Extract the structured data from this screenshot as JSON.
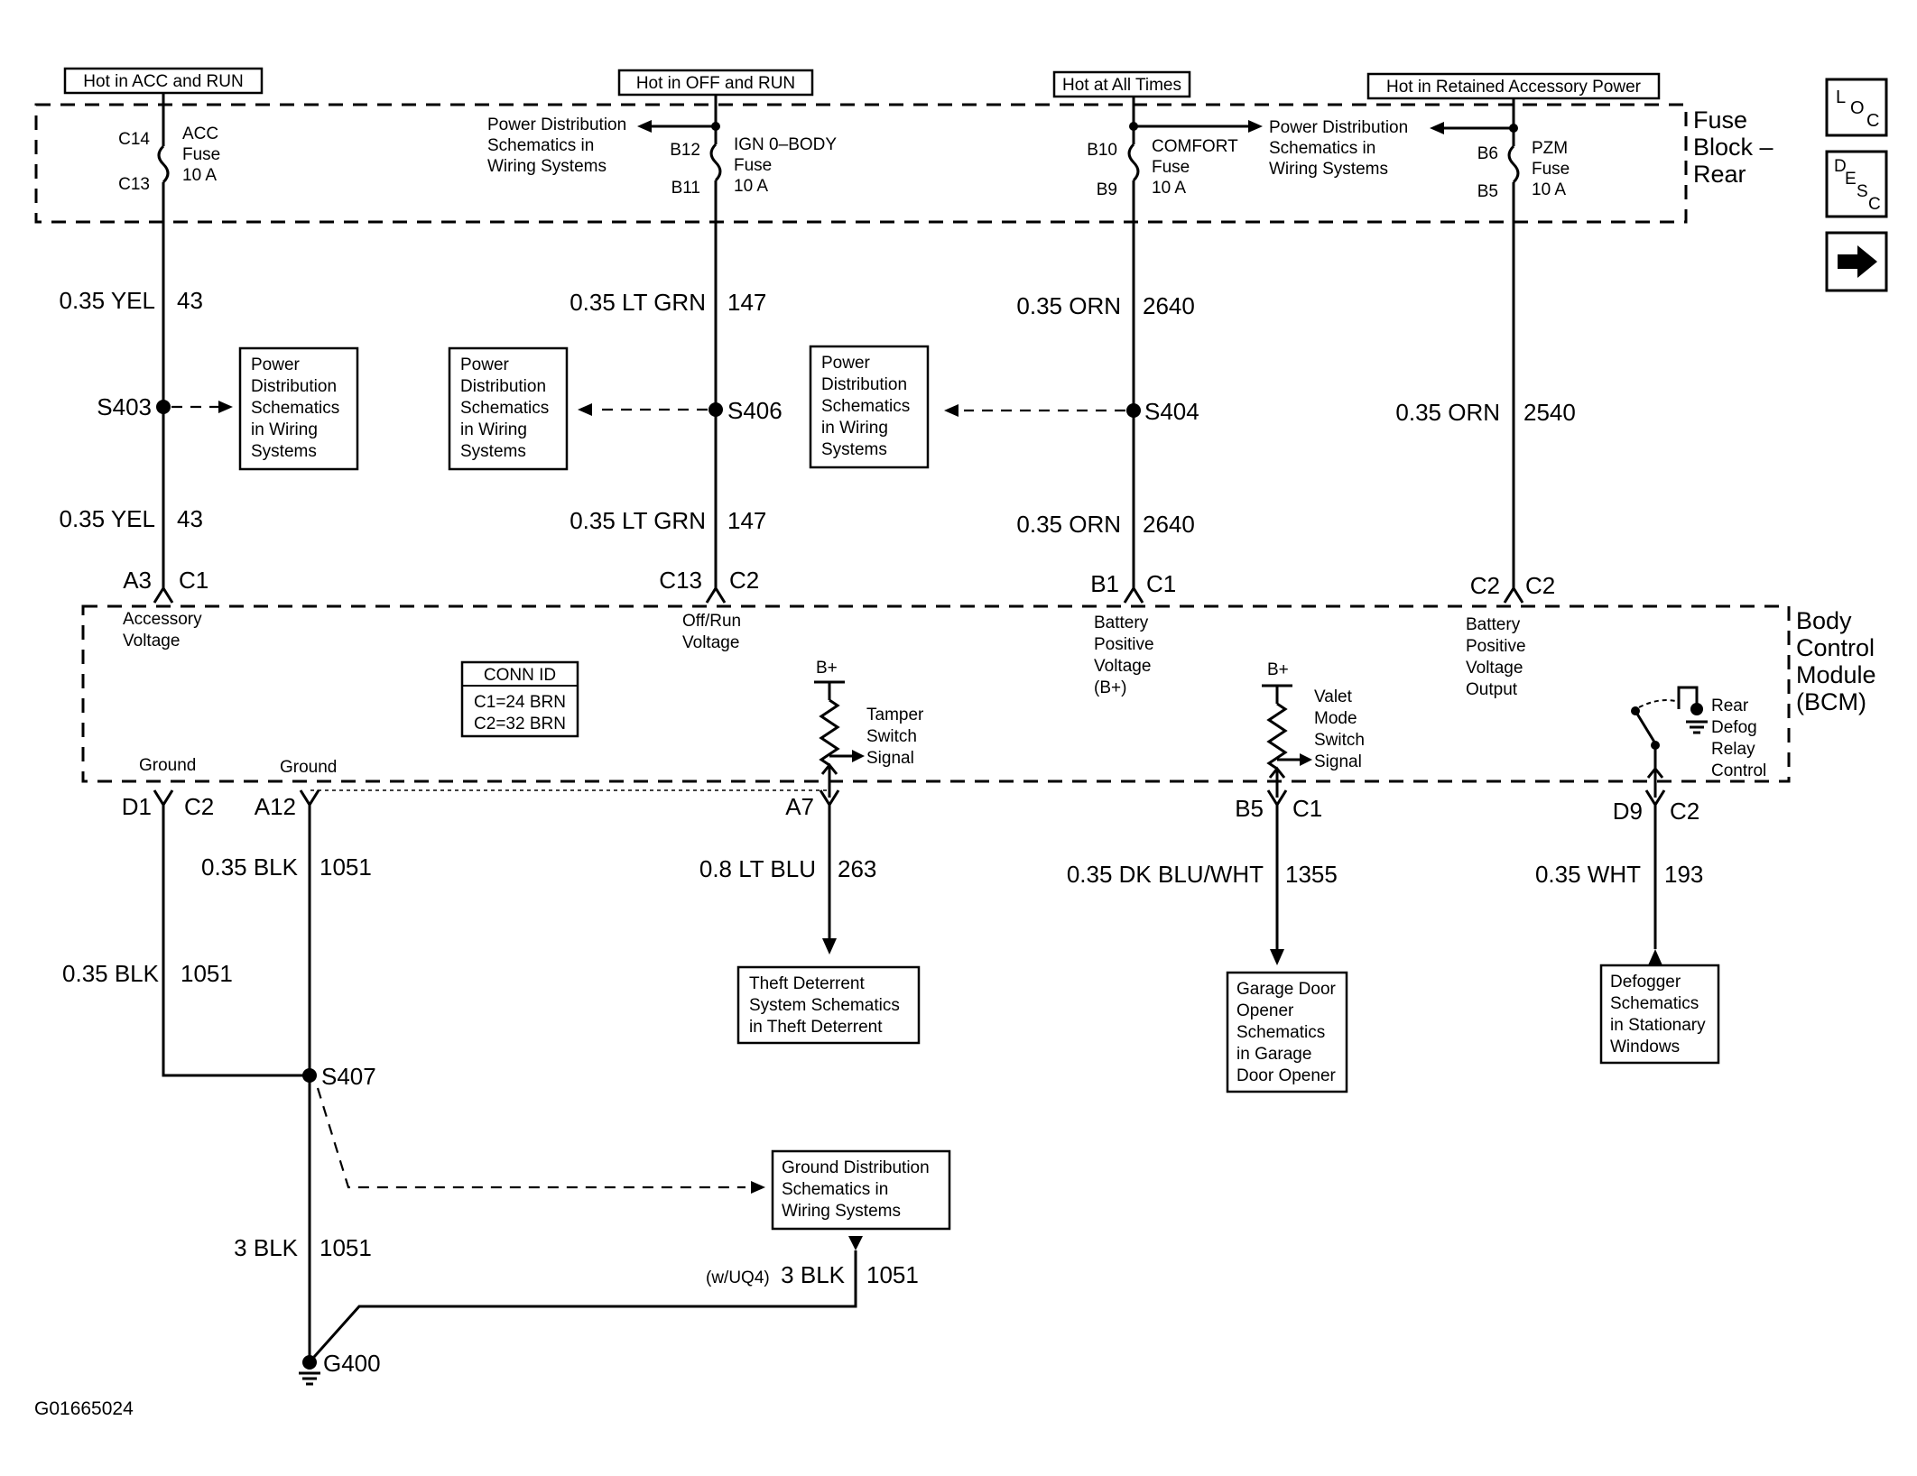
{
  "headers": {
    "acc_run": "Hot in ACC and RUN",
    "off_run": "Hot in OFF and RUN",
    "all_times": "Hot at All Times",
    "retained": "Hot in Retained Accessory Power"
  },
  "fuse_block": {
    "l1": "Fuse",
    "l2": "Block –",
    "l3": "Rear"
  },
  "bcm": {
    "l1": "Body",
    "l2": "Control",
    "l3": "Module",
    "l4": "(BCM)"
  },
  "fuses": {
    "acc": {
      "top": "C14",
      "bot": "C13",
      "l1": "ACC",
      "l2": "Fuse",
      "l3": "10 A"
    },
    "ign": {
      "top": "B12",
      "bot": "B11",
      "l1": "IGN 0–BODY",
      "l2": "Fuse",
      "l3": "10 A"
    },
    "comfort": {
      "top": "B10",
      "bot": "B9",
      "l1": "COMFORT",
      "l2": "Fuse",
      "l3": "10 A"
    },
    "pzm": {
      "top": "B6",
      "bot": "B5",
      "l1": "PZM",
      "l2": "Fuse",
      "l3": "10 A"
    }
  },
  "pd_ref": {
    "l1": "Power Distribution",
    "l2": "Schematics in",
    "l3": "Wiring Systems"
  },
  "pd_box": {
    "l1": "Power",
    "l2": "Distribution",
    "l3": "Schematics",
    "l4": "in Wiring",
    "l5": "Systems"
  },
  "wires": {
    "yel_a": {
      "color": "0.35 YEL",
      "circuit": "43"
    },
    "yel_b": {
      "color": "0.35 YEL",
      "circuit": "43"
    },
    "grn_a": {
      "color": "0.35 LT GRN",
      "circuit": "147"
    },
    "grn_b": {
      "color": "0.35 LT GRN",
      "circuit": "147"
    },
    "orn_a": {
      "color": "0.35 ORN",
      "circuit": "2640"
    },
    "orn_b": {
      "color": "0.35 ORN",
      "circuit": "2640"
    },
    "orn_c": {
      "color": "0.35 ORN",
      "circuit": "2540"
    },
    "blk_a": {
      "color": "0.35 BLK",
      "circuit": "1051"
    },
    "blk_b": {
      "color": "0.35 BLK",
      "circuit": "1051"
    },
    "blk_c": {
      "color": "3 BLK",
      "circuit": "1051"
    },
    "blk_d": {
      "option": "(w/UQ4)",
      "color": "3 BLK",
      "circuit": "1051"
    },
    "ltblu": {
      "color": "0.8 LT BLU",
      "circuit": "263"
    },
    "dkblu": {
      "color": "0.35 DK BLU/WHT",
      "circuit": "1355"
    },
    "wht": {
      "color": "0.35 WHT",
      "circuit": "193"
    }
  },
  "splices": {
    "s403": "S403",
    "s406": "S406",
    "s404": "S404",
    "s407": "S407",
    "g400": "G400"
  },
  "pins": {
    "a3": "A3",
    "a3c": "C1",
    "c13": "C13",
    "c13c": "C2",
    "b1": "B1",
    "b1c": "C1",
    "c2": "C2",
    "c2c": "C2",
    "d1": "D1",
    "d1c": "C2",
    "a12": "A12",
    "a7": "A7",
    "b5": "B5",
    "b5c": "C1",
    "d9": "D9",
    "d9c": "C2"
  },
  "bcm_labels": {
    "acc_v1": "Accessory",
    "acc_v2": "Voltage",
    "off_v1": "Off/Run",
    "off_v2": "Voltage",
    "bat_v1": "Battery",
    "bat_v2": "Positive",
    "bat_v3": "Voltage",
    "bat_v4": "(B+)",
    "out_v1": "Battery",
    "out_v2": "Positive",
    "out_v3": "Voltage",
    "out_v4": "Output",
    "ground": "Ground",
    "tamper1": "Tamper",
    "tamper2": "Switch",
    "tamper3": "Signal",
    "valet1": "Valet",
    "valet2": "Mode",
    "valet3": "Switch",
    "valet4": "Signal",
    "defog1": "Rear",
    "defog2": "Defog",
    "defog3": "Relay",
    "defog4": "Control",
    "bplus": "B+"
  },
  "conn_id": {
    "title": "CONN ID",
    "c1": "C1=24 BRN",
    "c2": "C2=32 BRN"
  },
  "dest": {
    "theft": {
      "l1": "Theft Deterrent",
      "l2": "System Schematics",
      "l3": "in Theft Deterrent"
    },
    "garage": {
      "l1": "Garage Door",
      "l2": "Opener",
      "l3": "Schematics",
      "l4": "in Garage",
      "l5": "Door Opener"
    },
    "defog": {
      "l1": "Defogger",
      "l2": "Schematics",
      "l3": "in Stationary",
      "l4": "Windows"
    },
    "ground": {
      "l1": "Ground Distribution",
      "l2": "Schematics in",
      "l3": "Wiring Systems"
    }
  },
  "nav": {
    "loc": "LOC",
    "desc": "DESC"
  },
  "figure_id": "G01665024"
}
